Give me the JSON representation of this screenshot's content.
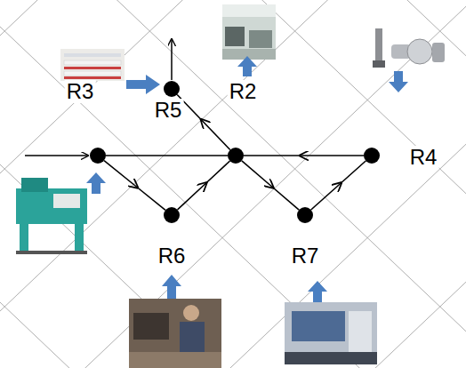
{
  "diagram": {
    "nodes": [
      {
        "text": [
          "R3"
        ]
      },
      {
        "text": [
          "R5"
        ]
      },
      {
        "text": [
          "R2"
        ]
      },
      {
        "text": [
          "R4"
        ]
      },
      {
        "text": [
          "R6"
        ]
      },
      {
        "text": [
          "R7"
        ]
      }
    ],
    "edges": [
      {
        "from": 0,
        "to": 2,
        "arrow": "none"
      },
      {
        "from": 3,
        "to": 2,
        "arrow": "to"
      },
      {
        "from": 0,
        "to": 4,
        "arrow": "to"
      },
      {
        "from": 4,
        "to": 2,
        "arrow": "to"
      },
      {
        "from": 2,
        "to": 1,
        "arrow": "to"
      },
      {
        "from": 2,
        "to": 5,
        "arrow": "to"
      },
      {
        "from": 5,
        "to": 3,
        "arrow": "to"
      }
    ]
  }
}
